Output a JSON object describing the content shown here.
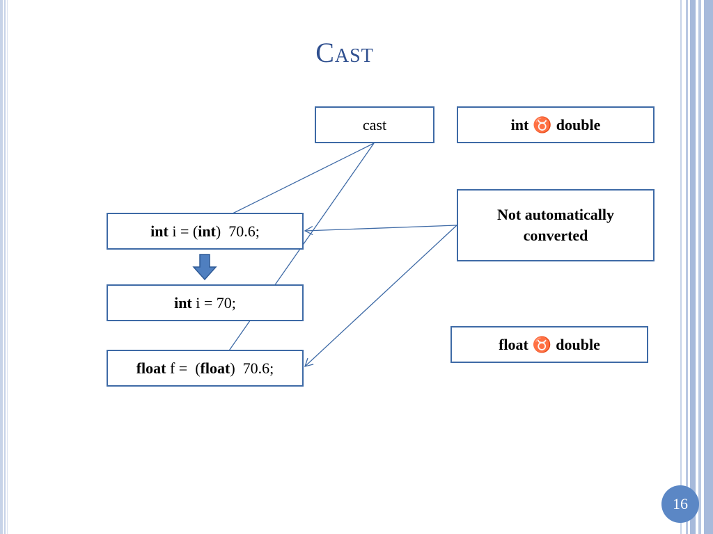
{
  "title": "Cast",
  "boxes": {
    "cast": "cast",
    "int_double": {
      "left": "int",
      "symbol": "♉",
      "right": "double"
    },
    "not_auto": "Not automatically converted",
    "float_double": {
      "left": "float",
      "symbol": "♉",
      "right": "double"
    },
    "int_cast": {
      "kw1": "int",
      "mid": " i = (",
      "kw2": "int",
      "end": ")  70.6;"
    },
    "int_result": {
      "kw": "int",
      "rest": " i = 70;"
    },
    "float_cast": {
      "kw1": "float",
      "mid": " f =  (",
      "kw2": "float",
      "end": ")  70.6;"
    }
  },
  "page_number": "16",
  "colors": {
    "accent": "#3e6aa6",
    "title": "#2f4f8f",
    "arrow_fill": "#4f7fc0"
  }
}
